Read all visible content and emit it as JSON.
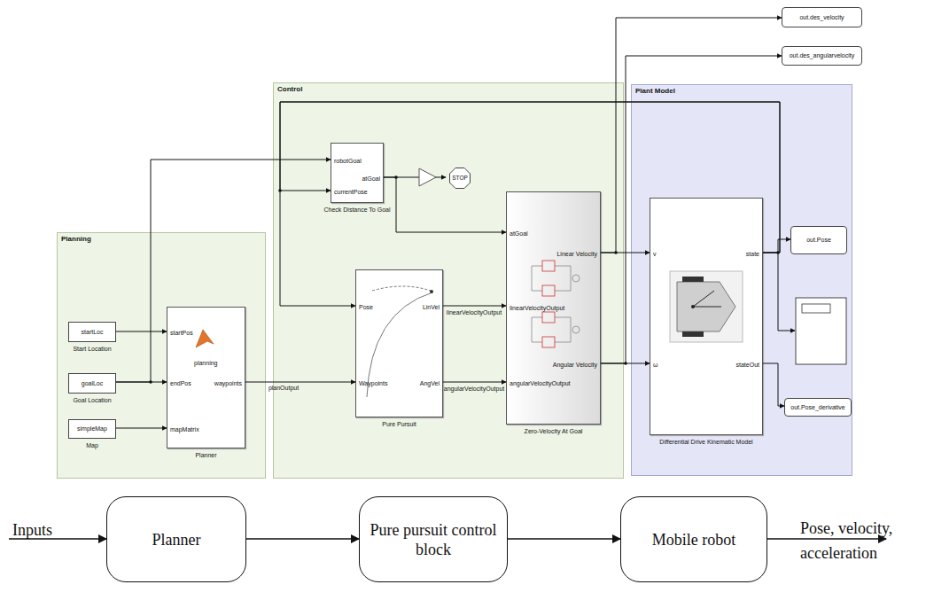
{
  "diagram": {
    "nodes": [
      {
        "text": [
          "out.des_velocity"
        ]
      },
      {
        "text": [
          "out.des_angularvelocity"
        ]
      },
      {
        "text": [
          "Control"
        ]
      },
      {
        "text": [
          "robotGoal",
          "currentPose",
          "atGoal",
          "Check Distance To Goal"
        ],
        "in": 2
      },
      {
        "text": [
          "STOP"
        ],
        "in": 2
      },
      {
        "text": [
          "atGoal",
          "linearVelocityOutput",
          "angularVelocityOutput",
          "Linear Velocity",
          "Angular Velocity",
          "Zero-Velocity At Goal"
        ],
        "in": 2
      },
      {
        "text": [
          "Pose",
          "Waypoints",
          "LinVel",
          "AngVel",
          "Pure Pursuit"
        ],
        "in": 2
      },
      {
        "text": [
          "Plant Model"
        ]
      },
      {
        "text": [
          "v",
          "ω",
          "state",
          "stateOut",
          "Differential Drive Kinematic Model"
        ],
        "in": 7
      },
      {
        "text": [
          "out.Pose"
        ],
        "in": 7
      },
      {
        "text": [
          "out.Pose_derivative"
        ],
        "in": 7
      },
      {
        "text": [
          "Planning"
        ]
      },
      {
        "text": [
          "startLoc",
          "Start Location"
        ],
        "in": 11
      },
      {
        "text": [
          "goalLoc",
          "Goal Location"
        ],
        "in": 11
      },
      {
        "text": [
          "simpleMap",
          "Map"
        ],
        "in": 11
      },
      {
        "text": [
          "startPos",
          "endPos",
          "mapMatrix",
          "waypoints",
          "planning",
          "Planner"
        ],
        "in": 11
      },
      {
        "text": [
          "Planner"
        ]
      },
      {
        "text": [
          "Pure pursuit control block"
        ]
      },
      {
        "text": [
          "Mobile robot"
        ]
      }
    ],
    "edges": [
      {
        "from": 15,
        "to": 6,
        "arrow": "to",
        "label": "planOutput"
      },
      {
        "from": 12,
        "to": 15,
        "arrow": "to"
      },
      {
        "from": 13,
        "to": 15,
        "arrow": "to"
      },
      {
        "from": 14,
        "to": 15,
        "arrow": "to"
      },
      {
        "from": 13,
        "to": 3,
        "arrow": "to"
      },
      {
        "from": 3,
        "to": 4,
        "arrow": "to"
      },
      {
        "from": 3,
        "to": 5,
        "arrow": "to"
      },
      {
        "from": 6,
        "to": 5,
        "arrow": "to",
        "label": "linearVelocityOutput"
      },
      {
        "from": 6,
        "to": 5,
        "arrow": "to",
        "label": "angularVelocityOutput"
      },
      {
        "from": 5,
        "to": 8,
        "arrow": "to"
      },
      {
        "from": 5,
        "to": 8,
        "arrow": "to"
      },
      {
        "from": 5,
        "to": 0,
        "arrow": "to"
      },
      {
        "from": 5,
        "to": 1,
        "arrow": "to"
      },
      {
        "from": 8,
        "to": 9,
        "arrow": "to"
      },
      {
        "from": 8,
        "to": 10,
        "arrow": "to"
      },
      {
        "from": 8,
        "to": 6,
        "arrow": "to"
      },
      {
        "from": 8,
        "to": 3,
        "arrow": "to"
      },
      {
        "from": 16,
        "to": 17,
        "arrow": "to"
      },
      {
        "from": 17,
        "to": 18,
        "arrow": "to"
      }
    ],
    "labels": [
      "Inputs",
      "Pose, velocity, acceleration"
    ]
  }
}
